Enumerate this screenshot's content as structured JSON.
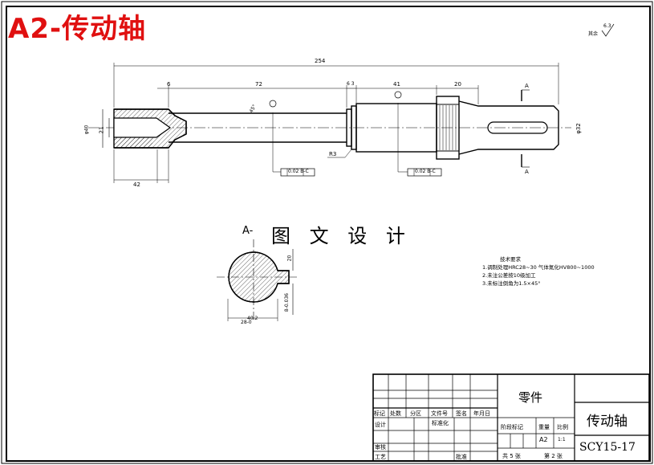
{
  "title": "A2-传动轴",
  "section_title": "图 文 设 计",
  "section_view_label": "A-",
  "roughness_note": "其余",
  "roughness_value": "6.3",
  "dimensions": {
    "overall_length": "254",
    "d_left_bore": "φ40",
    "d_bore_inner": "21",
    "len_left_bore": "42",
    "len_left_chamfer": "6",
    "len_middle": "72",
    "len_shoulder": "6 3",
    "len_bearing": "41",
    "len_right": "20",
    "right_end_diam": "φ32",
    "groove_radius": "R3",
    "angle_mark": "45°",
    "sec_dim1": "20",
    "sec_dim2": "40.2",
    "sec_dim3": "28-0",
    "sec_dim4": "8-0.036"
  },
  "tolerances": {
    "tol1": "0.02 B-C",
    "tol2": "0.02 B-C"
  },
  "section_marks": {
    "top": "A",
    "bottom": "A"
  },
  "tech_requirements": {
    "heading": "技术要求",
    "items": [
      "1.调制处理HRC28~30 气体氮化HV800~1000",
      "2.未注公差按10级加工",
      "3.未标注倒角为1.5×45°"
    ]
  },
  "title_block": {
    "part_type": "零件",
    "part_name": "传动轴",
    "drawing_no": "SCY15-17",
    "scale_label": "比例",
    "scale_value": "1:1",
    "sheet_size": "A2",
    "weight_label": "重量",
    "stage_label": "阶段标记",
    "total_sheets": "共 5 张",
    "sheet_no": "第 2 张",
    "rev_headers": [
      "标记",
      "处数",
      "分区",
      "文件号",
      "签名",
      "年月日"
    ],
    "design_label": "设计",
    "standard_label": "标准化",
    "review_label": "审核",
    "process_label": "工艺",
    "approve_label": "批准"
  }
}
